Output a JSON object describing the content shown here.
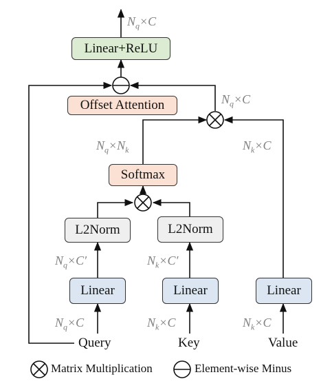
{
  "boxes": {
    "linear_relu": "Linear+ReLU",
    "offset_attention": "Offset Attention",
    "softmax": "Softmax",
    "l2norm_left": "L2Norm",
    "l2norm_right": "L2Norm",
    "linear_query": "Linear",
    "linear_key": "Linear",
    "linear_value": "Linear"
  },
  "inputs": {
    "query": "Query",
    "key": "Key",
    "value": "Value"
  },
  "dims": {
    "top_out": {
      "main": "N",
      "sub": "q",
      "rest": "×C"
    },
    "mult_out": {
      "main": "N",
      "sub": "q",
      "rest": "×C"
    },
    "attn_map": {
      "main": "N",
      "sub": "q",
      "mid": "×N",
      "sub2": "k"
    },
    "value_dim": {
      "main": "N",
      "sub": "k",
      "rest": "×C"
    },
    "q_proj": {
      "main": "N",
      "sub": "q",
      "rest": "×C′"
    },
    "k_proj": {
      "main": "N",
      "sub": "k",
      "rest": "×C′"
    },
    "q_in": {
      "main": "N",
      "sub": "q",
      "rest": "×C"
    },
    "k_in": {
      "main": "N",
      "sub": "k",
      "rest": "×C"
    },
    "v_in": {
      "main": "N",
      "sub": "k",
      "rest": "×C"
    }
  },
  "legend": {
    "mult_label": "Matrix Multiplication",
    "minus_label": "Element-wise Minus"
  },
  "colors": {
    "green": "#dcecd2",
    "orange": "#fbe1d3",
    "blue": "#dbe6f2",
    "gray": "#efefef",
    "dim_text": "#808080"
  }
}
